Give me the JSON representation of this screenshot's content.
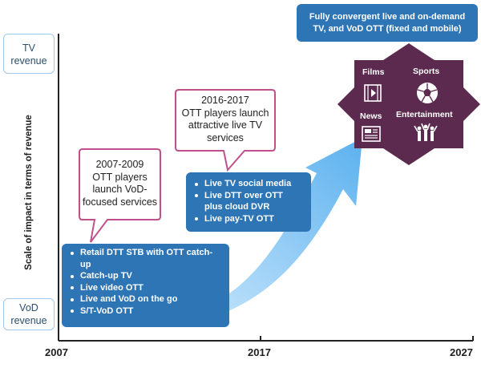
{
  "revenue": {
    "tv": [
      "TV",
      "revenue"
    ],
    "vod": [
      "VoD",
      "revenue"
    ]
  },
  "y_axis_label": "Scale of impact in terms of revenue",
  "x_ticks": [
    "2007",
    "2017",
    "2027"
  ],
  "stage1": {
    "callout": [
      "2007-2009",
      "OTT players",
      "launch VoD-",
      "focused services"
    ],
    "items": [
      "Retail DTT STB with OTT catch-up",
      "Catch-up TV",
      "Live video OTT",
      "Live and VoD on the go",
      "S/T-VoD OTT"
    ]
  },
  "stage2": {
    "callout": [
      "2016-2017",
      "OTT players launch",
      "attractive live TV",
      "services"
    ],
    "items": [
      "Live TV social media",
      "Live DTT over OTT plus cloud DVR",
      "Live pay-TV OTT"
    ]
  },
  "stage3": {
    "banner": [
      "Fully convergent live and on-demand",
      "TV, and VoD OTT (fixed and mobile)"
    ],
    "quadrants": {
      "films": "Films",
      "sports": "Sports",
      "news": "News",
      "entertainment": "Entertainment"
    }
  },
  "colors": {
    "box_blue": "#2e75b6",
    "callout_border": "#c0508c",
    "star_purple": "#5b2a4e",
    "arrow_blue": "#7fbff0",
    "label_border": "#9ec9e6"
  }
}
